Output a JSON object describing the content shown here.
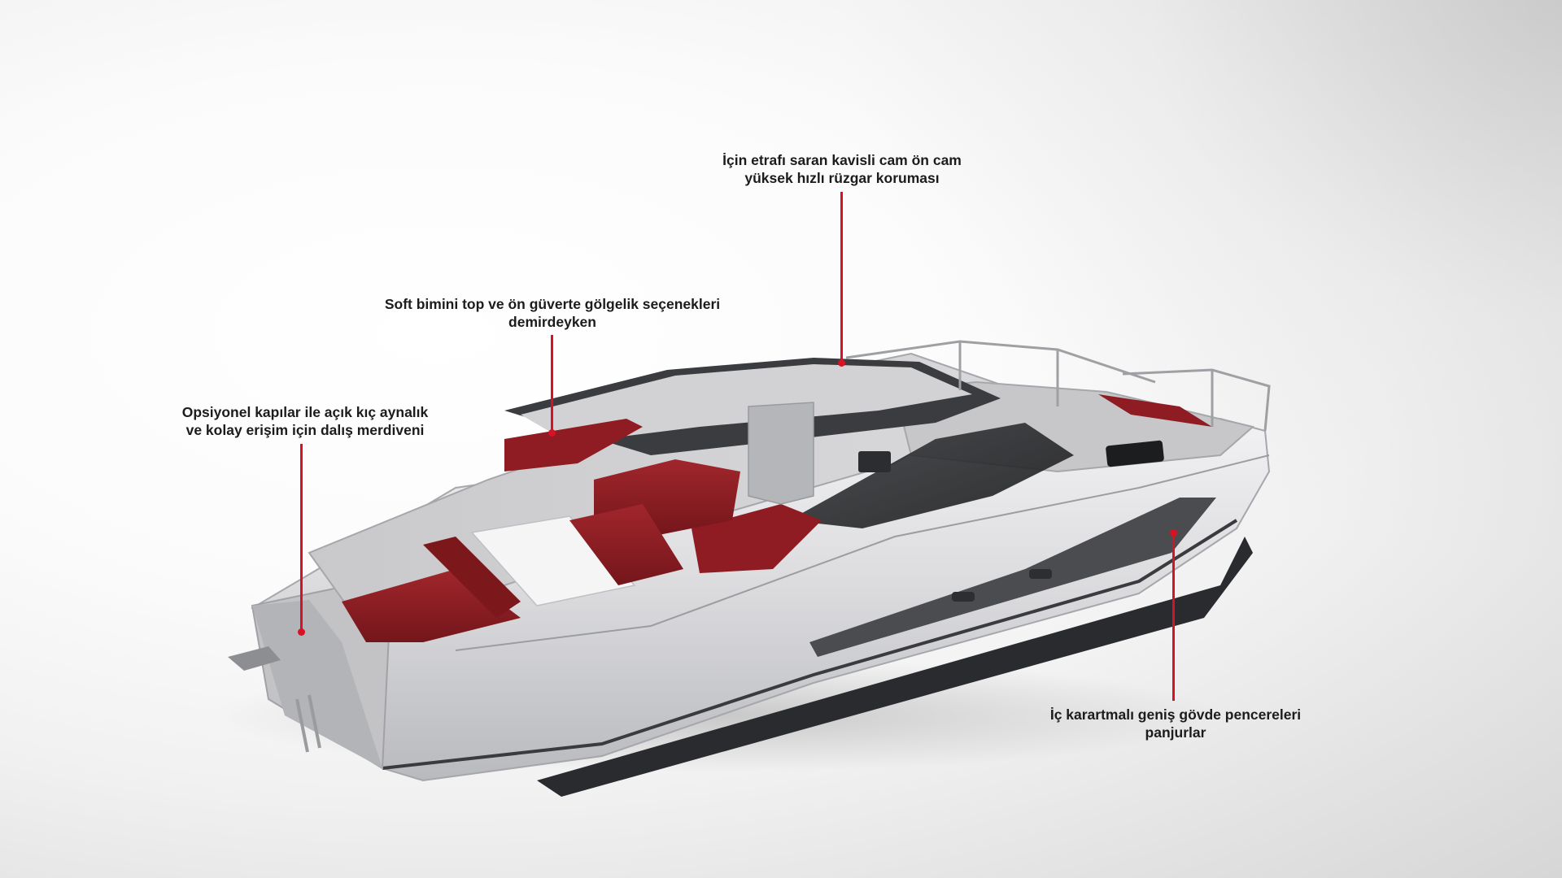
{
  "callouts": {
    "windshield": {
      "line1": "İçin etrafı saran kavisli cam ön cam",
      "line2": "yüksek hızlı rüzgar koruması"
    },
    "bimini": {
      "line1": "Soft bimini top ve ön güverte gölgelik seçenekleri",
      "line2": "demirdeyken"
    },
    "transom": {
      "line1": "Opsiyonel kapılar ile açık kıç aynalık",
      "line2": "ve kolay erişim için dalış merdiveni"
    },
    "hull_windows": {
      "line1": "İç karartmalı geniş gövde pencereleri",
      "line2": "panjurlar"
    }
  },
  "colors": {
    "accent": "#d71224",
    "upholstery": "#8e1c22",
    "hull": "#dadadd",
    "hull_window": "#4a4c50",
    "text": "#1c1c1c"
  }
}
